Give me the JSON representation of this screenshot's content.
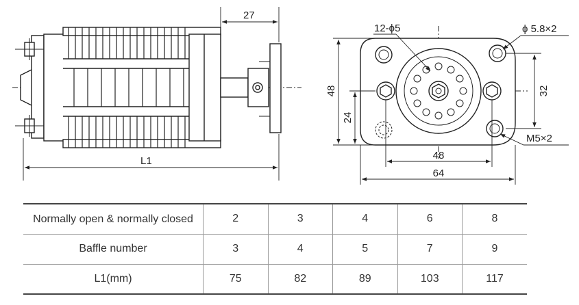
{
  "side_view": {
    "dim_top": "27",
    "dim_length": "L1"
  },
  "front_view": {
    "label_holes": "12-ϕ5",
    "label_mount_holes": "ϕ 5.8×2",
    "label_thread": "M5×2",
    "dim_height_total": "48",
    "dim_height_lower": "24",
    "dim_height_right": "32",
    "dim_width_inner": "48",
    "dim_width_total": "64"
  },
  "table": {
    "rows": [
      {
        "header": "Normally open & normally closed",
        "values": [
          "2",
          "3",
          "4",
          "6",
          "8"
        ]
      },
      {
        "header": "Baffle number",
        "values": [
          "3",
          "4",
          "5",
          "7",
          "9"
        ]
      },
      {
        "header": "L1(mm)",
        "values": [
          "75",
          "82",
          "89",
          "103",
          "117"
        ]
      }
    ]
  }
}
